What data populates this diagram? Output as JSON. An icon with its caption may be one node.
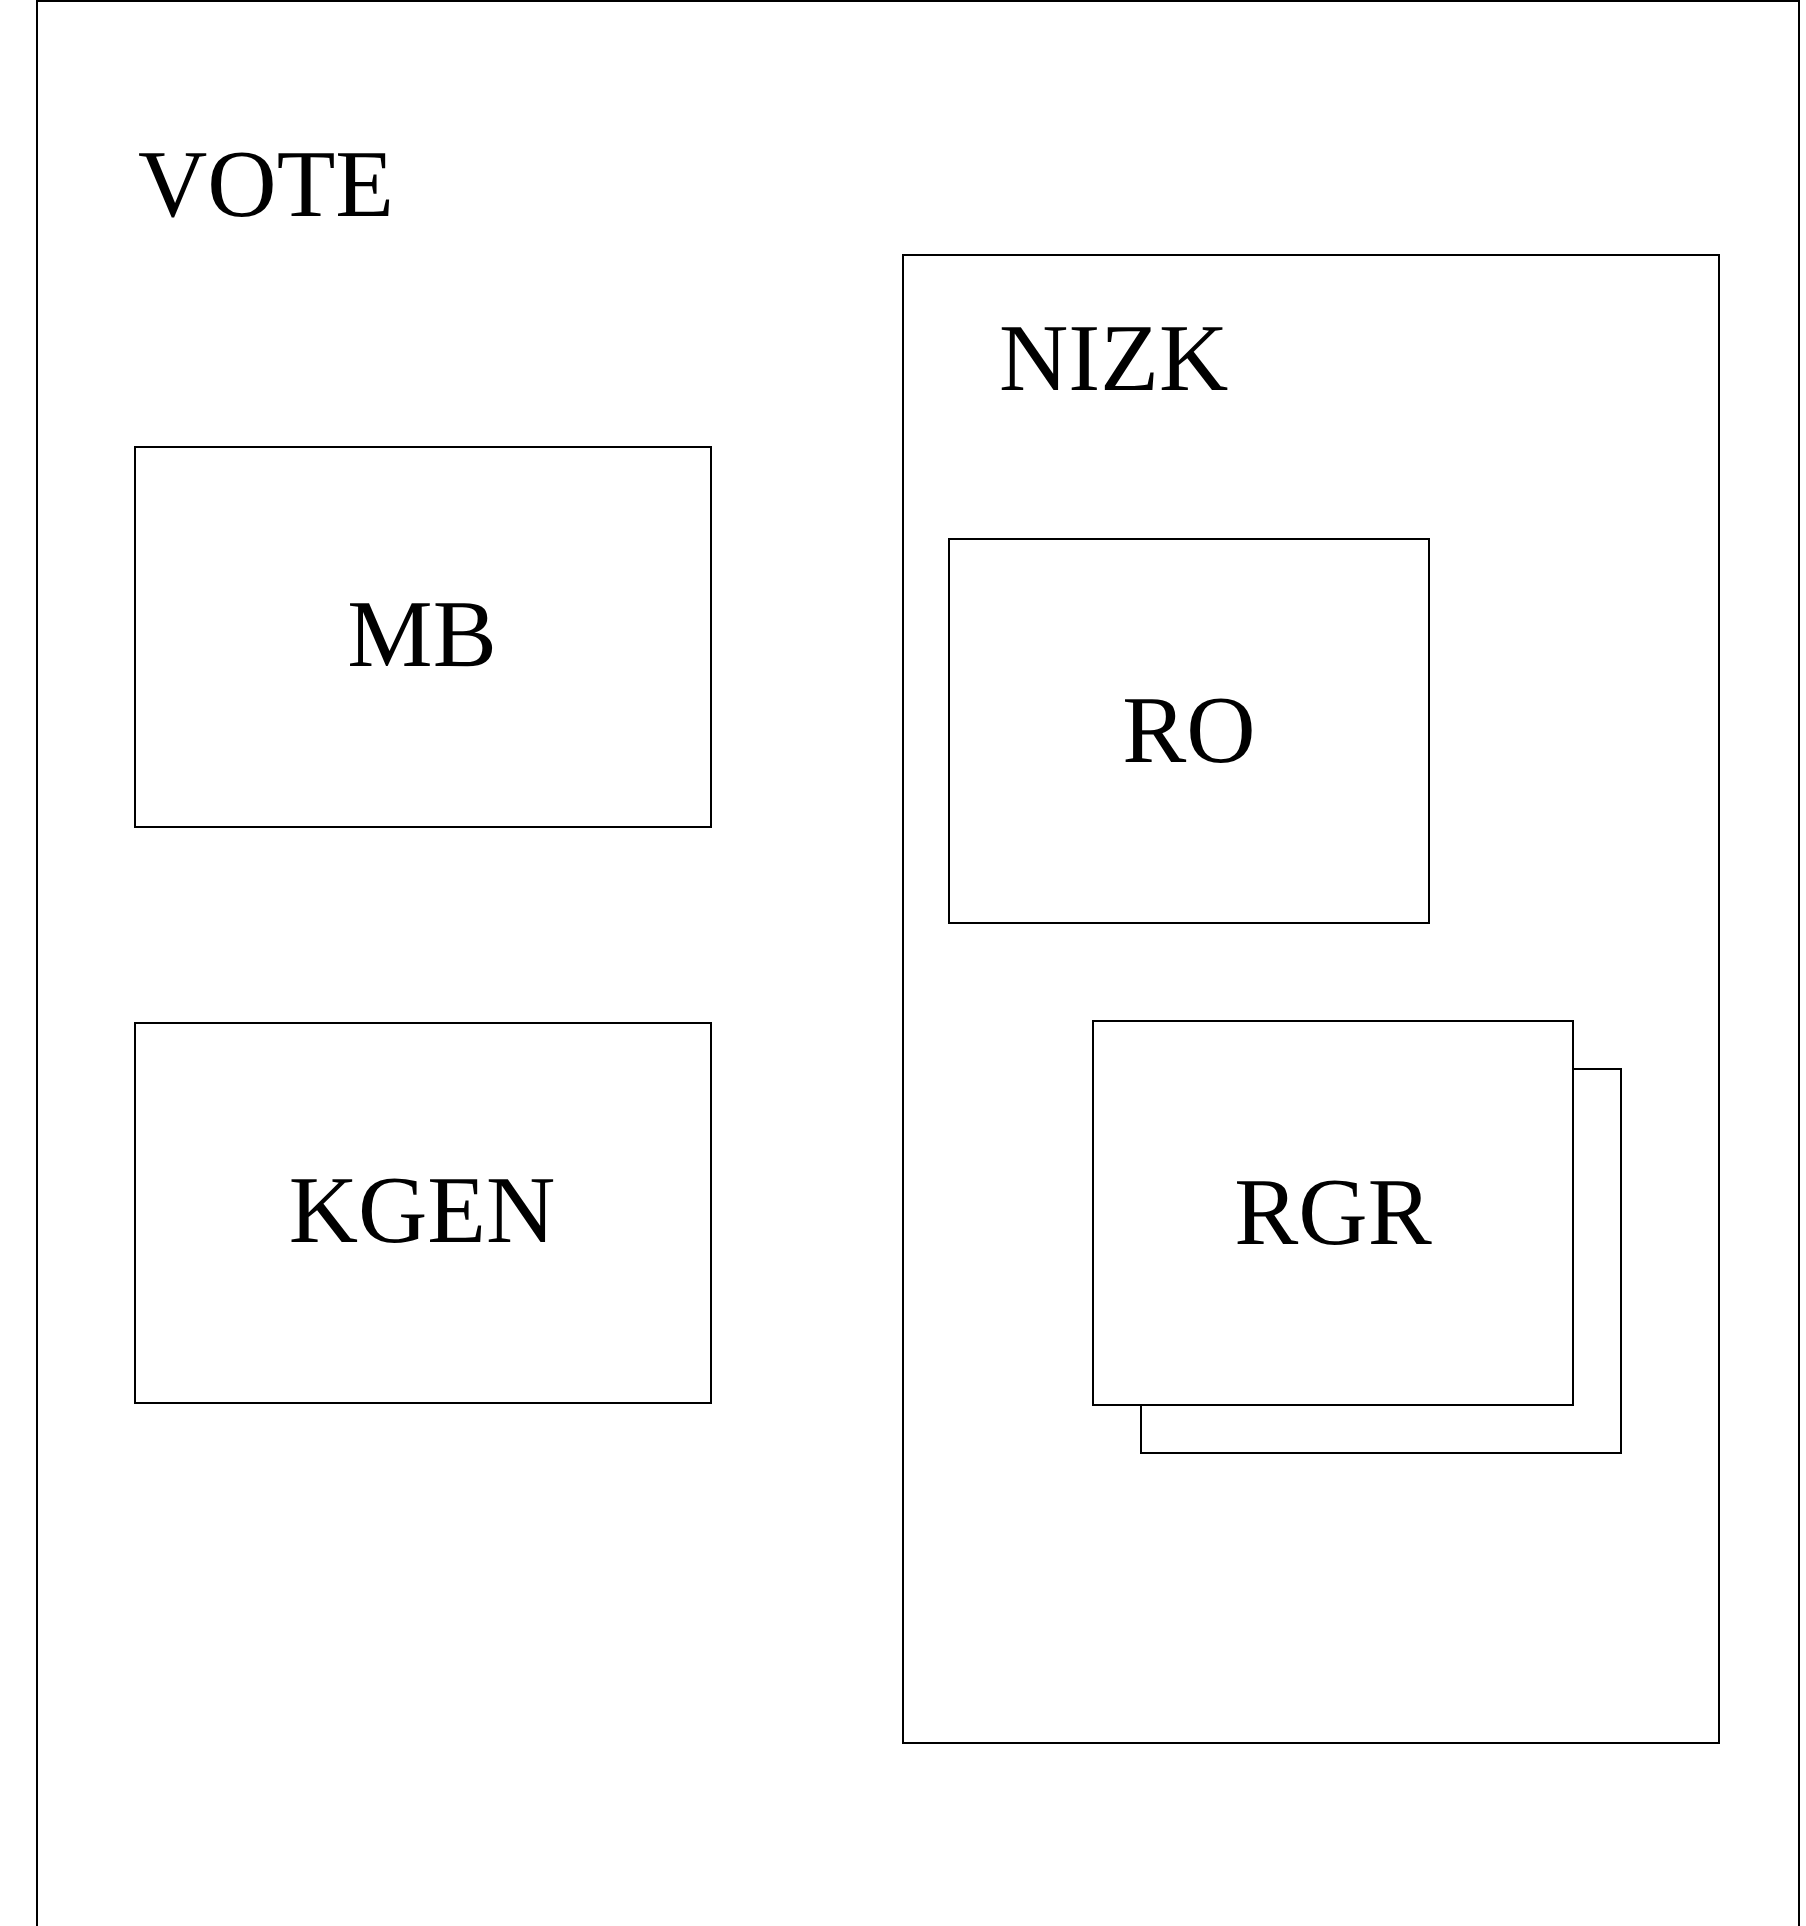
{
  "diagram": {
    "nodes": [
      {
        "text": [
          "VOTE"
        ]
      },
      {
        "text": [
          "MB"
        ],
        "in": 0
      },
      {
        "text": [
          "KGEN"
        ],
        "in": 0
      },
      {
        "text": [
          "NIZK"
        ],
        "in": 0
      },
      {
        "text": [
          "RO"
        ],
        "in": 3
      },
      {
        "text": [
          "RGR"
        ],
        "in": 3
      }
    ]
  }
}
